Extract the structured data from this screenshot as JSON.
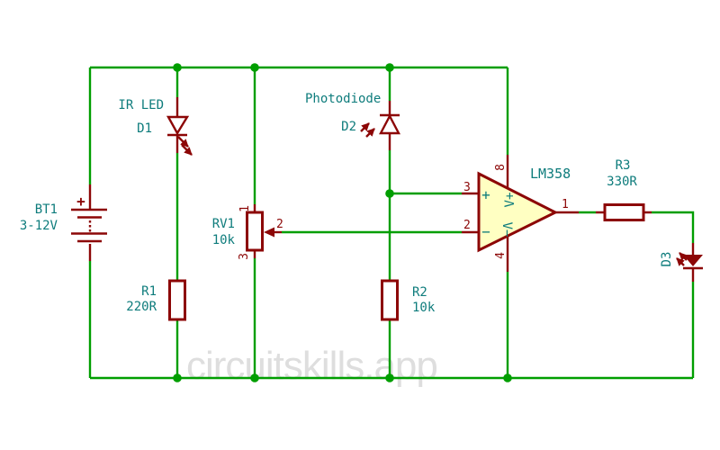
{
  "watermark": "circuitskills.app",
  "colors": {
    "wire_green": "#009e00",
    "component_red": "#8c0606",
    "label_teal": "#0e7c7c",
    "opamp_fill": "#ffffc2",
    "watermark_gray": "#dedede",
    "background": "#ffffff"
  },
  "battery": {
    "ref": "BT1",
    "value": "3-12V",
    "plus": "+"
  },
  "d1": {
    "name": "IR LED",
    "ref": "D1"
  },
  "r1": {
    "ref": "R1",
    "value": "220R"
  },
  "rv1": {
    "ref": "RV1",
    "value": "10k",
    "pin1": "1",
    "pin2": "2",
    "pin3": "3"
  },
  "d2": {
    "name": "Photodiode",
    "ref": "D2"
  },
  "r2": {
    "ref": "R2",
    "value": "10k"
  },
  "opamp": {
    "ref": "LM358",
    "pin_noninv": "3",
    "pin_inv": "2",
    "pin_out": "1",
    "pin_vplus": "8",
    "pin_vminus": "4",
    "plus": "+",
    "minus": "−",
    "vplus": "V+",
    "vminus": "V−"
  },
  "r3": {
    "ref": "R3",
    "value": "330R"
  },
  "d3": {
    "ref": "D3"
  }
}
